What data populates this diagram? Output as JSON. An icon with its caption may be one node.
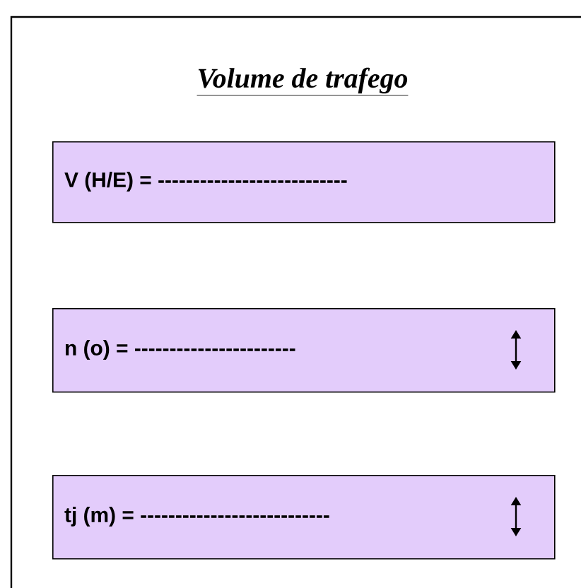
{
  "diagram": {
    "title": "Volume de trafego",
    "nodes": [
      {
        "text": [
          "V (H/E) = ---------------------------"
        ]
      },
      {
        "text": [
          "n (o) = -----------------------"
        ]
      },
      {
        "text": [
          "tj (m) = ---------------------------"
        ]
      }
    ]
  }
}
